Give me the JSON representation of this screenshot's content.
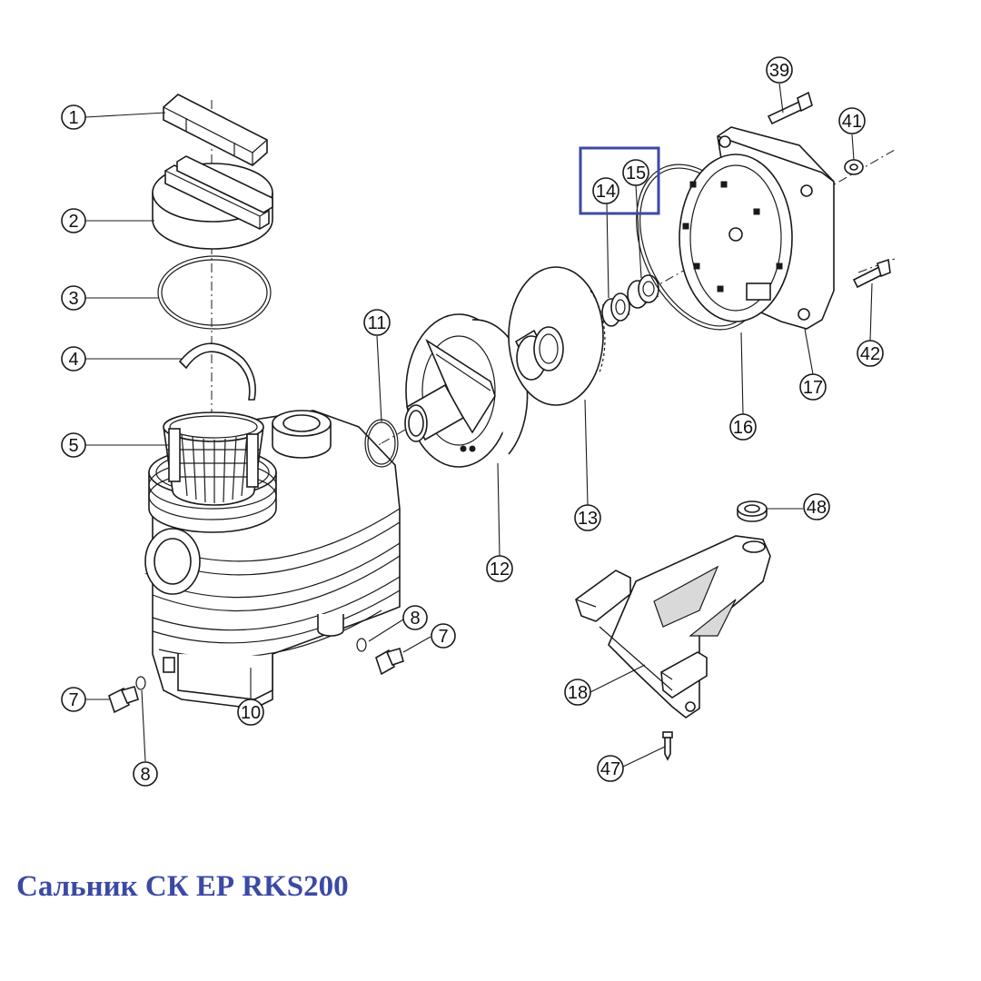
{
  "caption": "Сальник СК ЕР RKS200",
  "highlight_color": "#3b49a6",
  "callouts": [
    "1",
    "2",
    "3",
    "4",
    "5",
    "7",
    "8",
    "10",
    "11",
    "12",
    "13",
    "14",
    "15",
    "16",
    "17",
    "18",
    "39",
    "41",
    "42",
    "47",
    "48",
    "8",
    "7"
  ]
}
